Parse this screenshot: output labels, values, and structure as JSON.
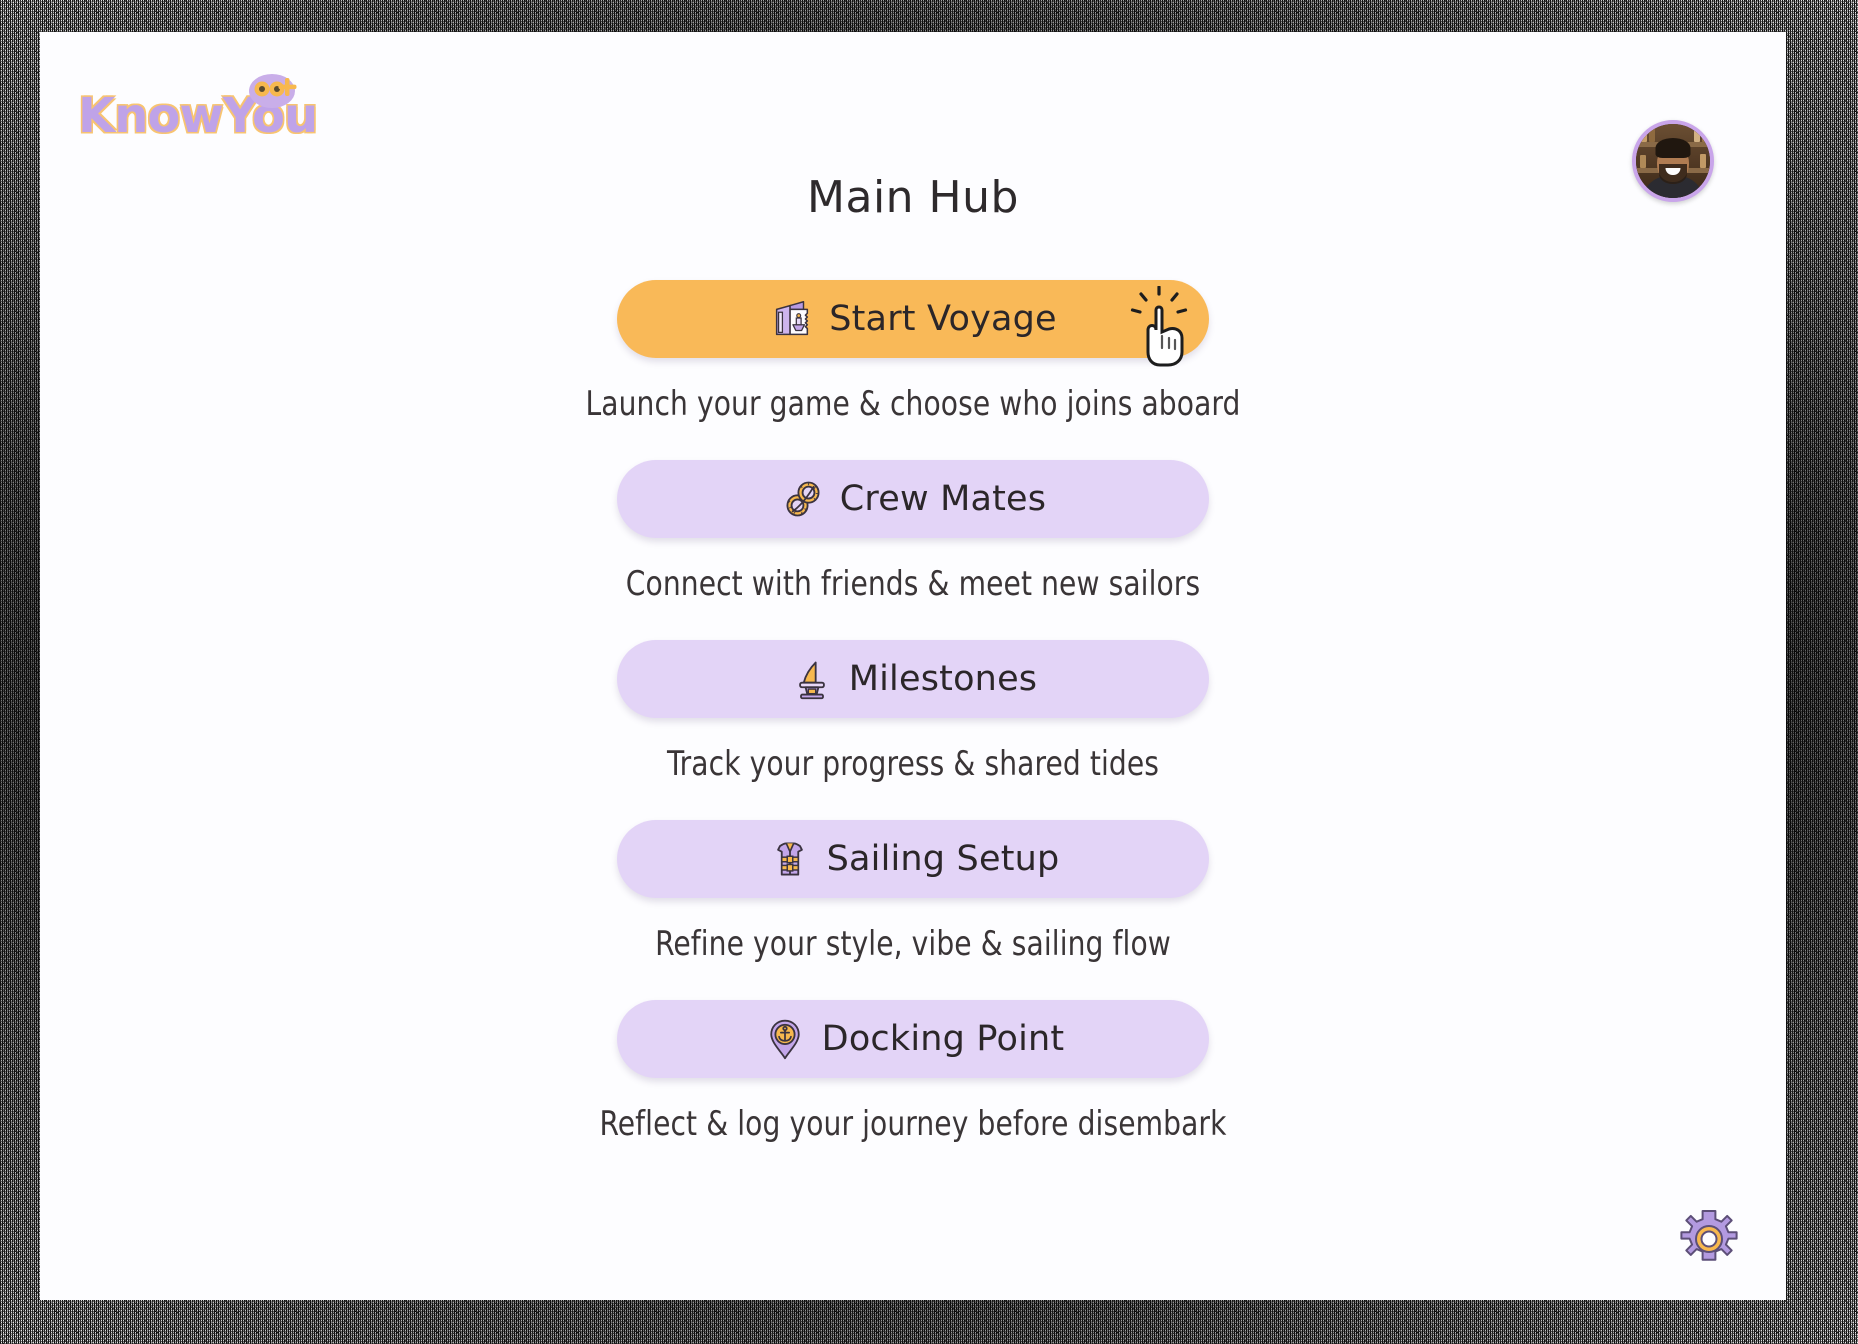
{
  "app": {
    "logo_text": "KnowYou",
    "logo_badge_icon": "car-badge-icon"
  },
  "header": {
    "title": "Main Hub",
    "avatar_icon": "user-avatar"
  },
  "colors": {
    "primary_button": "#f9b958",
    "secondary_button": "#e3d4f7",
    "logo_purple": "#bfa3e8",
    "logo_orange": "#f8c471",
    "text_dark": "#2b2629",
    "card_background": "#fdfdff"
  },
  "menu": {
    "items": [
      {
        "label": "Start Voyage",
        "icon": "boarding-ticket-ship-icon",
        "subtitle": "Launch your game & choose who joins aboard",
        "style": "primary",
        "cursor": "pointing-hand-click-cursor"
      },
      {
        "label": "Crew Mates",
        "icon": "rope-knot-icon",
        "subtitle": "Connect with friends & meet new sailors",
        "style": "secondary"
      },
      {
        "label": "Milestones",
        "icon": "trophy-sail-icon",
        "subtitle": "Track your progress & shared tides",
        "style": "secondary"
      },
      {
        "label": "Sailing Setup",
        "icon": "life-vest-icon",
        "subtitle": "Refine your style, vibe & sailing flow",
        "style": "secondary"
      },
      {
        "label": "Docking Point",
        "icon": "map-pin-anchor-icon",
        "subtitle": "Reflect & log your journey before disembark",
        "style": "secondary"
      }
    ]
  },
  "footer": {
    "settings_icon": "gear-icon"
  }
}
